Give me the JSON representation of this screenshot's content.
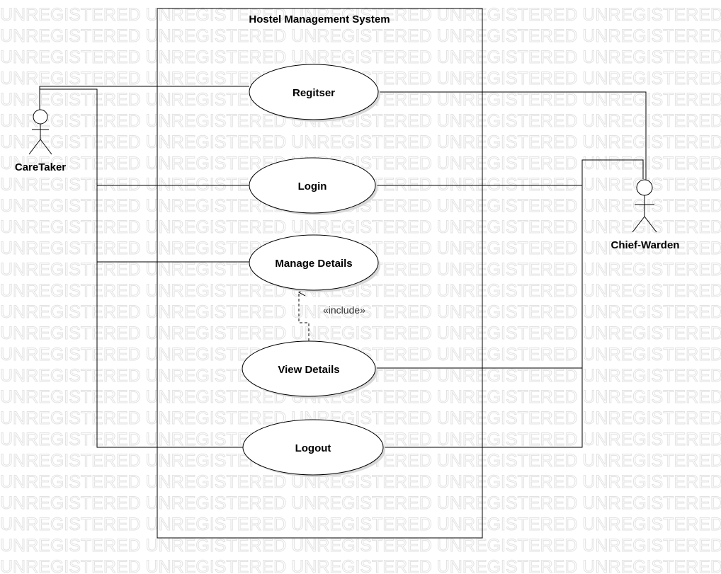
{
  "watermark": {
    "text": "UNREGISTERED",
    "color": "#e2e2e2"
  },
  "system": {
    "title": "Hostel Management System"
  },
  "actors": {
    "caretaker": {
      "name": "CareTaker"
    },
    "chief_warden": {
      "name": "Chief-Warden"
    }
  },
  "use_cases": {
    "register": {
      "label": "Regitser"
    },
    "login": {
      "label": "Login"
    },
    "manage_details": {
      "label": "Manage Details"
    },
    "view_details": {
      "label": "View Details"
    },
    "logout": {
      "label": "Logout"
    }
  },
  "relationships": {
    "include_label": "«include»"
  },
  "colors": {
    "line": "#000000",
    "ellipse_fill": "#ffffff",
    "shadow": "#d8d8d8"
  }
}
